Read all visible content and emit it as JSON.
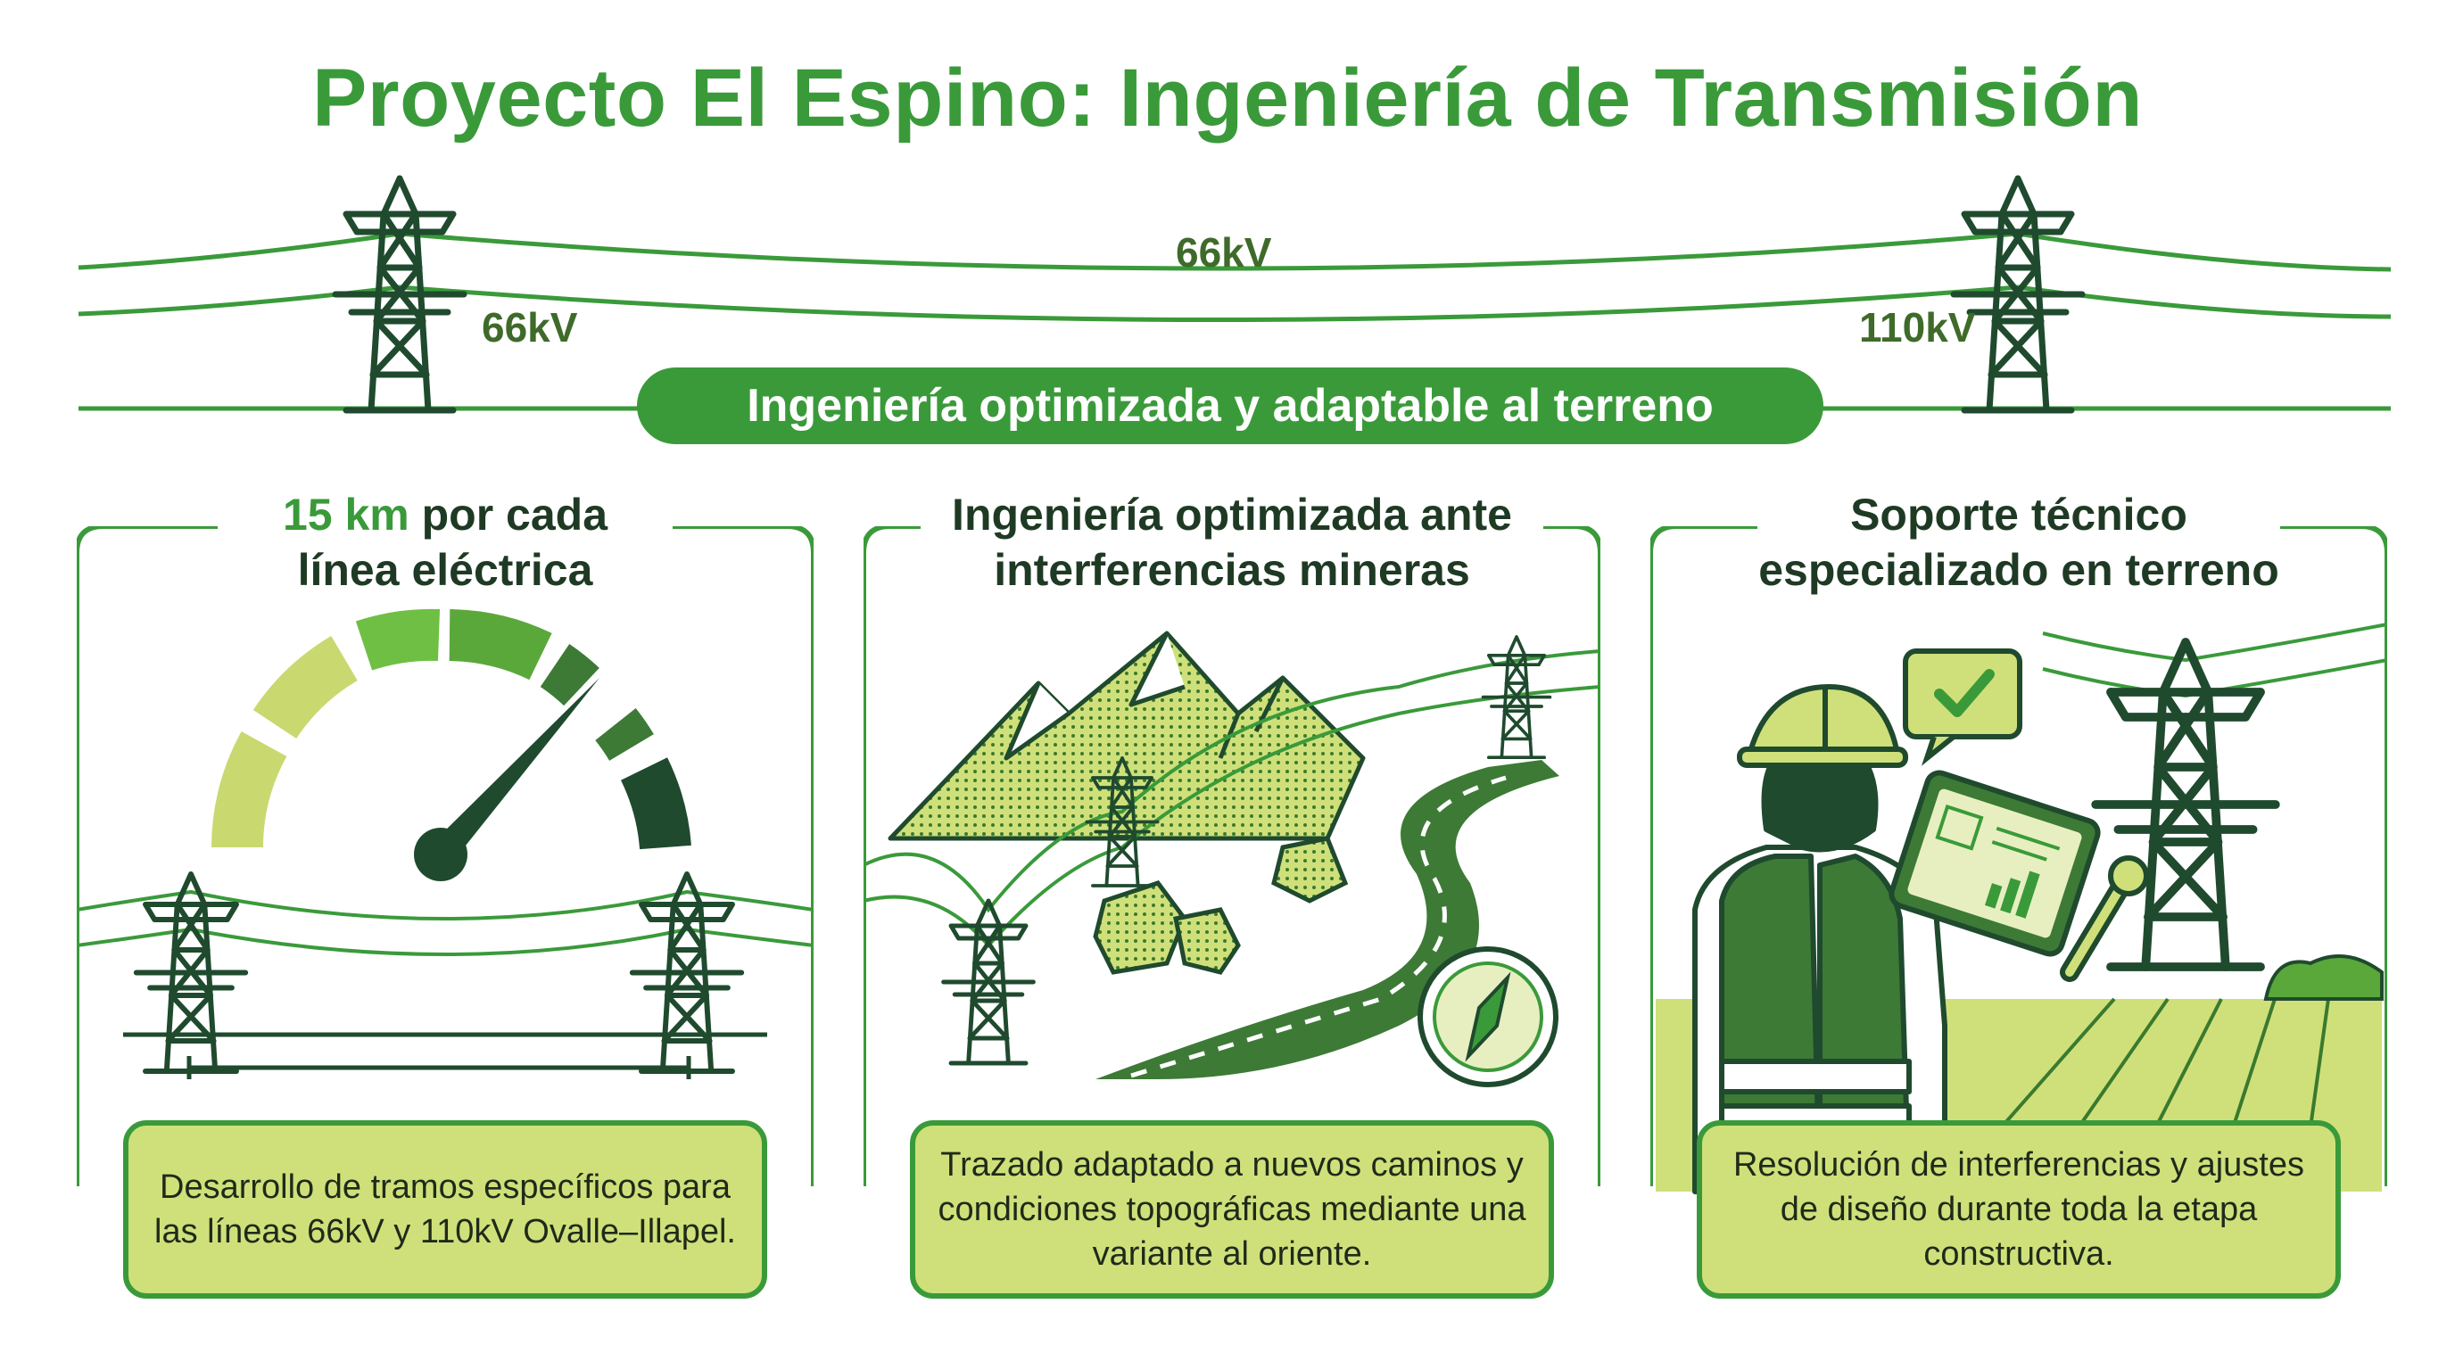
{
  "title": "Proyecto El Espino: Ingeniería de Transmisión",
  "header": {
    "voltage_left": "66kV",
    "voltage_center": "66kV",
    "voltage_right": "110kV",
    "banner": "Ingeniería optimizada y adaptable al terreno"
  },
  "panels": [
    {
      "title_highlight": "15 km",
      "title_rest": " por cada",
      "title_line2": "línea eléctrica",
      "caption": "Desarrollo de tramos específicos para las líneas 66kV y 110kV Ovalle–Illapel."
    },
    {
      "title_line1": "Ingeniería optimizada ante",
      "title_line2": "interferencias mineras",
      "caption": "Trazado adaptado a nuevos caminos y condiciones topográficas mediante una variante al oriente."
    },
    {
      "title_line1": "Soporte técnico",
      "title_line2": "especializado en terreno",
      "caption": "Resolución de interferencias y ajustes de diseño durante toda la etapa constructiva."
    }
  ],
  "colors": {
    "primary_green": "#3a9a3a",
    "dark_green": "#1f4a2e",
    "lime": "#cfe07a",
    "light_green": "#6fbf44"
  },
  "icons": [
    "transmission-tower-icon",
    "speedometer-icon",
    "mountain-icon",
    "road-icon",
    "compass-icon",
    "engineer-icon",
    "tablet-icon",
    "checkmark-icon",
    "wrench-icon"
  ]
}
